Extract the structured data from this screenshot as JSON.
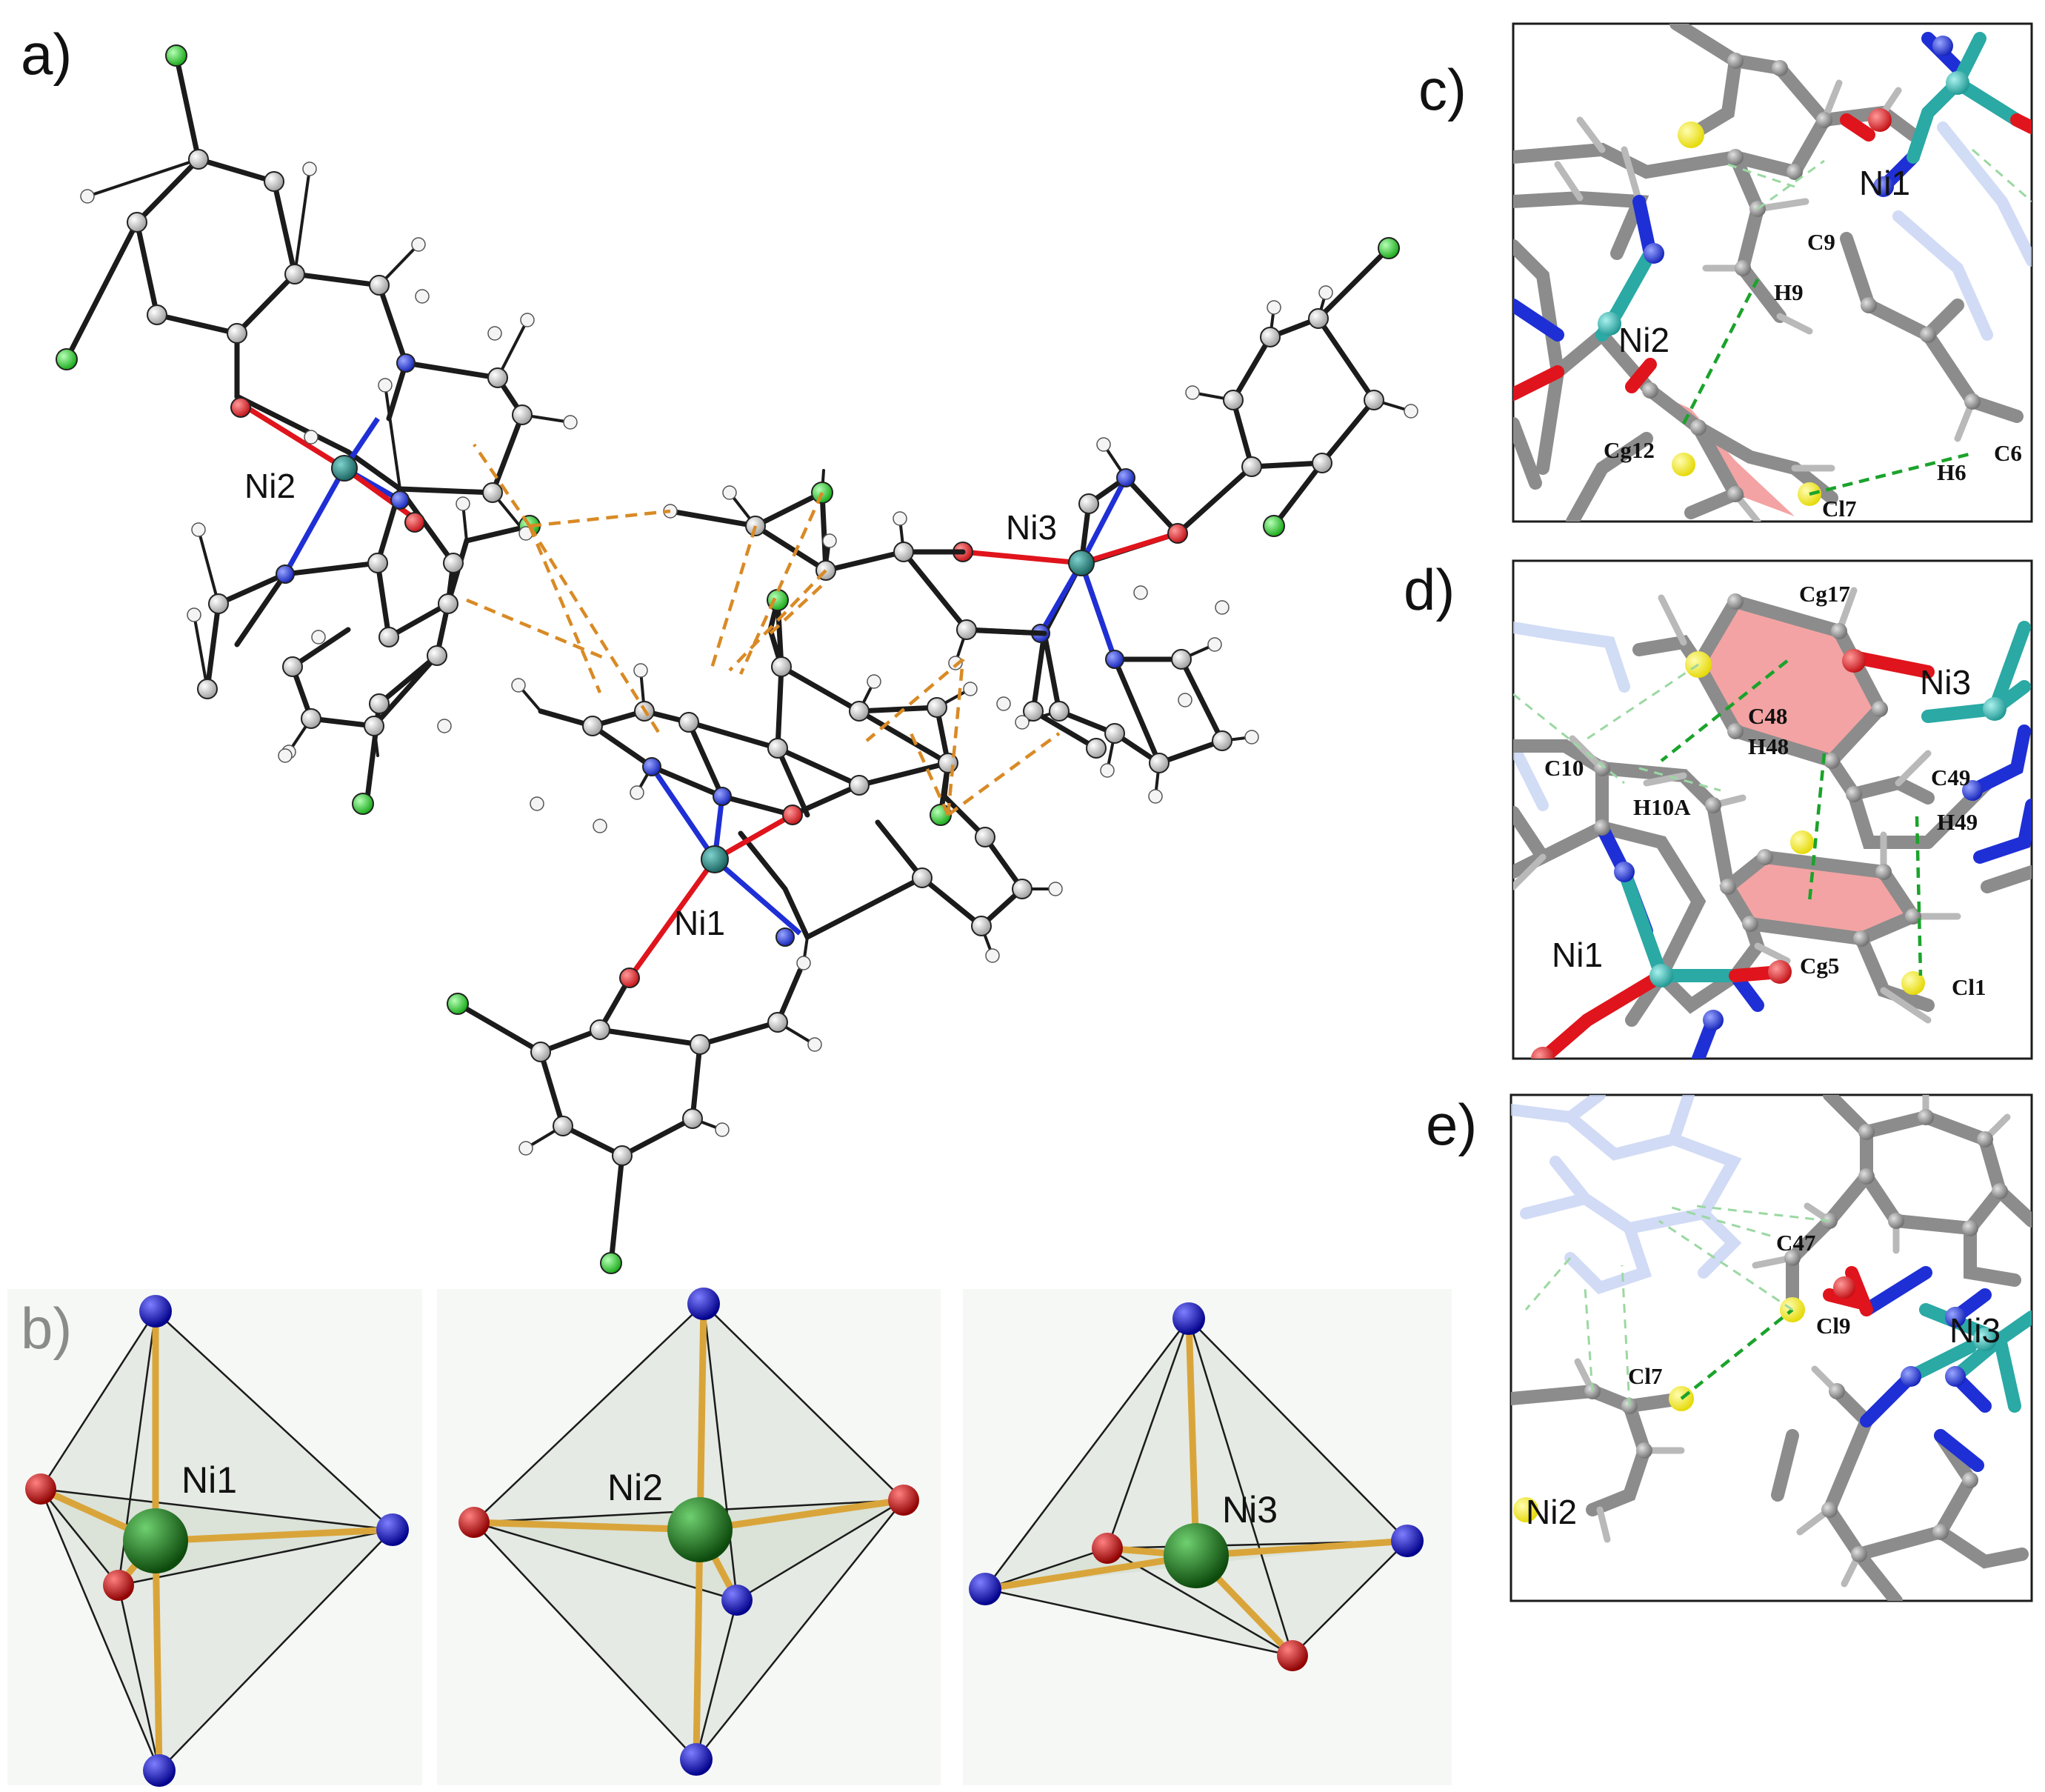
{
  "figure": {
    "panels": {
      "a": {
        "label": "a)",
        "atom_labels": [
          "Ni2",
          "Ni3",
          "Ni1"
        ]
      },
      "b": {
        "label": "b)",
        "polyhedra": [
          {
            "center": "Ni1"
          },
          {
            "center": "Ni2"
          },
          {
            "center": "Ni3"
          }
        ]
      },
      "c": {
        "label": "c)",
        "labels": {
          "ni1": "Ni1",
          "ni2": "Ni2",
          "c9": "C9",
          "h9": "H9",
          "cg12": "Cg12",
          "cl7": "Cl7",
          "h6": "H6",
          "c6": "C6"
        }
      },
      "d": {
        "label": "d)",
        "labels": {
          "cg17": "Cg17",
          "ni3": "Ni3",
          "c48": "C48",
          "h48": "H48",
          "c10": "C10",
          "h10a": "H10A",
          "c49": "C49",
          "h49": "H49",
          "ni1": "Ni1",
          "cg5": "Cg5",
          "cl1": "Cl1"
        }
      },
      "e": {
        "label": "e)",
        "labels": {
          "c47": "C47",
          "cl9": "Cl9",
          "ni3": "Ni3",
          "cl7": "Cl7",
          "ni2": "Ni2"
        }
      }
    },
    "atom_colors": {
      "ni": "#1f7f7a",
      "ni_light": "#2aa9a5",
      "n": "#1f2fd6",
      "o": "#e0141c",
      "cl": "#2fd32f",
      "cl_light": "#f4f01a",
      "c": "#8c8c8c",
      "h": "#f2f2f2",
      "ring_fill": "#f08c8c",
      "contact_orange": "#d98a25",
      "contact_green": "#1aa32b",
      "polyhedron_bond": "#d9a53a",
      "polyhedron_center": "#1e6b1e"
    }
  }
}
